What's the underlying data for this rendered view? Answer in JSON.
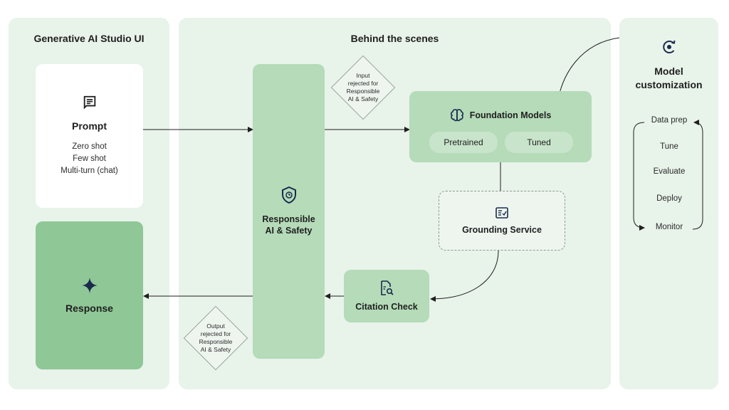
{
  "panels": {
    "left_title": "Generative AI Studio UI",
    "middle_title": "Behind the scenes",
    "right_title_line1": "Model",
    "right_title_line2": "customization"
  },
  "prompt": {
    "title": "Prompt",
    "options": [
      "Zero shot",
      "Few shot",
      "Multi-turn (chat)"
    ]
  },
  "response": {
    "title": "Response"
  },
  "responsible_ai": {
    "line1": "Responsible",
    "line2": "AI & Safety"
  },
  "input_rejected": {
    "lines": [
      "Input",
      "rejected for",
      "Responsible",
      "AI & Safety"
    ]
  },
  "output_rejected": {
    "lines": [
      "Output",
      "rejected for",
      "Responsible",
      "AI & Safety"
    ]
  },
  "foundation": {
    "title": "Foundation Models",
    "pretrained": "Pretrained",
    "tuned": "Tuned"
  },
  "grounding": {
    "title": "Grounding Service"
  },
  "citation": {
    "title": "Citation Check"
  },
  "customization_steps": [
    "Data prep",
    "Tune",
    "Evaluate",
    "Deploy",
    "Monitor"
  ],
  "colors": {
    "panel_bg": "#e8f3ea",
    "box_green": "#b5dbb9",
    "box_dark_green": "#8fc797",
    "icon_navy": "#1a2b4c"
  },
  "icons": [
    "chat-icon",
    "sparkle-icon",
    "shield-icon",
    "brain-icon",
    "checklist-icon",
    "search-document-icon",
    "cycle-icon"
  ]
}
